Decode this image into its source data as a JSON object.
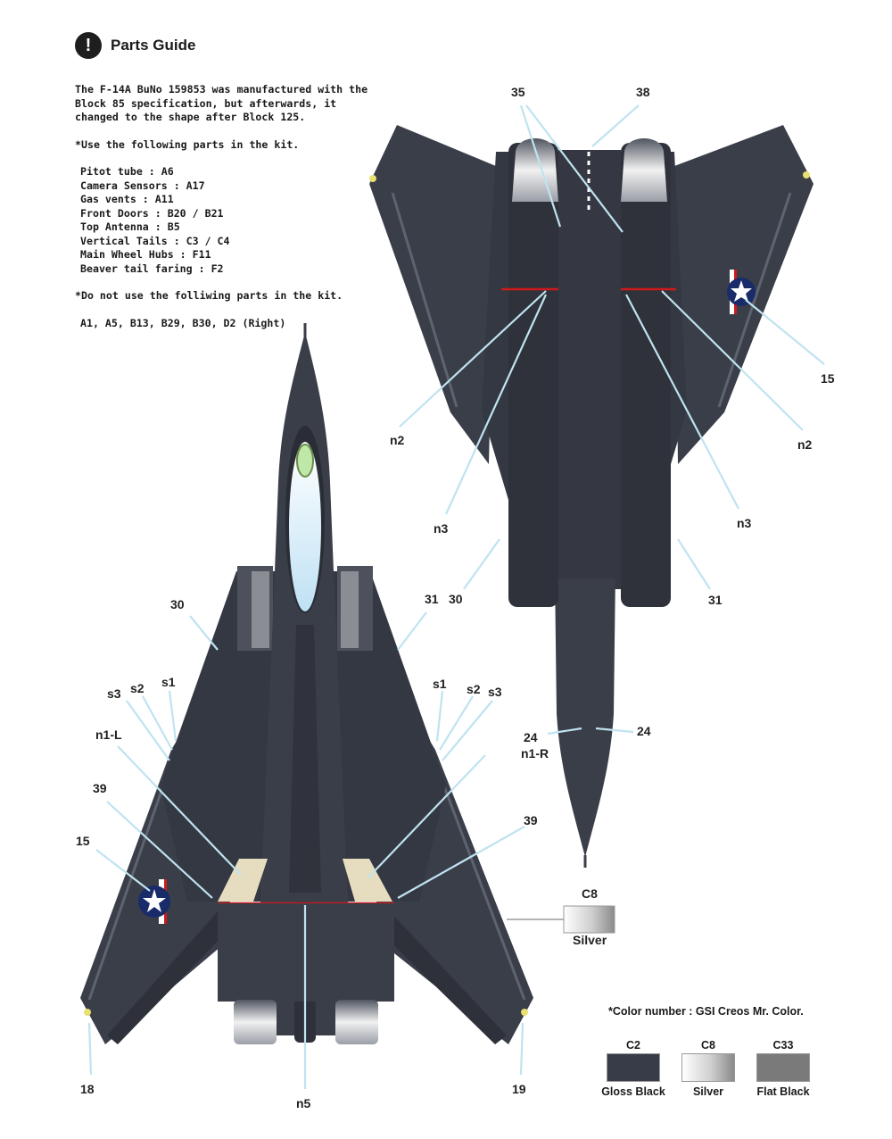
{
  "header": {
    "title": "Parts Guide",
    "icon": "exclamation-icon"
  },
  "guide": {
    "intro": "The F-14A BuNo 159853 was manufactured with the Block 85 specification, but afterwards, it changed to the shape after Block 125.",
    "use_heading": "*Use the following parts in the kit.",
    "use_parts": [
      "Pitot tube : A6",
      "Camera Sensors : A17",
      "Gas vents : A11",
      "Front Doors : B20 / B21",
      "Top Antenna : B5",
      "Vertical Tails : C3 / C4",
      "Main Wheel Hubs : F11",
      "Beaver tail faring : F2"
    ],
    "dont_heading": "*Do not use the folliwing parts in the kit.",
    "dont_parts": "A1, A5, B13, B29, B30, D2 (Right)"
  },
  "callouts": {
    "top": {
      "c30": "30",
      "c31": "31",
      "s3l": "s3",
      "s2l": "s2",
      "s1l": "s1",
      "s1r": "s1",
      "s2r": "s2",
      "s3r": "s3",
      "n1l": "n1-L",
      "n1r": "n1-R",
      "c39l": "39",
      "c39r": "39",
      "c15": "15",
      "c18": "18",
      "c19": "19",
      "n5": "n5"
    },
    "bottom": {
      "c35": "35",
      "c38": "38",
      "c15": "15",
      "n2l": "n2",
      "n2r": "n2",
      "n3l": "n3",
      "n3r": "n3",
      "c30": "30",
      "c31": "31",
      "c24l": "24",
      "c24r": "24"
    }
  },
  "c8_callout": {
    "code": "C8",
    "name": "Silver"
  },
  "color_note": "*Color number : GSI Creos Mr. Color.",
  "swatches": [
    {
      "code": "C2",
      "name": "Gloss Black",
      "color": "#383c48"
    },
    {
      "code": "C8",
      "name": "Silver",
      "color": "#b8b8b8"
    },
    {
      "code": "C33",
      "name": "Flat Black",
      "color": "#7a7a7a"
    }
  ],
  "colors": {
    "aircraft": "#3a3e49",
    "panel": "#2c2f38",
    "accent_red": "#d01a1a",
    "canopy": "#dceffa",
    "tan": "#e6dcbf"
  }
}
